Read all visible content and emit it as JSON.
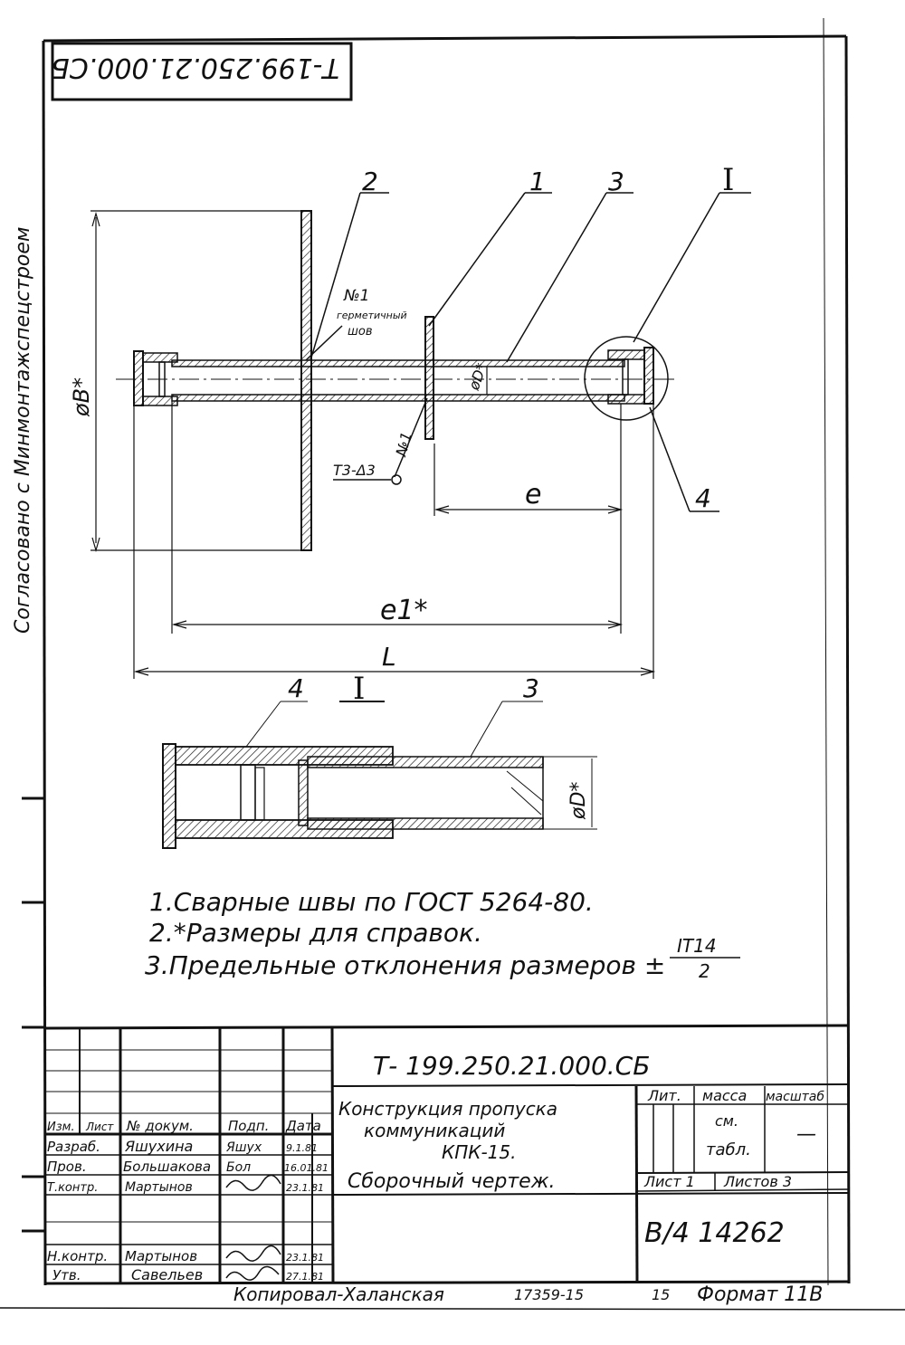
{
  "stamp_rotated": "Т-199.250.21.000.СБ",
  "side_text": "Согласовано с Минмонтажспецстроем",
  "callouts": {
    "pos2": "2",
    "pos1": "1",
    "pos3": "3",
    "view_I": "I",
    "pos4": "4",
    "detail_pos4": "4",
    "detail_title": "I",
    "detail_pos3": "3"
  },
  "weld": {
    "number": "№1",
    "type_line1": "герметичный",
    "type_line2": "шов",
    "tag": "№1",
    "symbol": "Т3-Δ3"
  },
  "dimensions": {
    "dB": "øB*",
    "dD": "øD*",
    "e": "e",
    "e1": "e1*",
    "L": "L",
    "detail_dD": "øD*"
  },
  "notes": [
    "1.Сварные швы по ГОСТ 5264-80.",
    "2.*Размеры для справок.",
    "3.Предельные отклонения размеров ±"
  ],
  "tolerance": {
    "numerator": "IT14",
    "denominator": "2"
  },
  "title_block": {
    "designation": "Т- 199.250.21.000.СБ",
    "name_line1": "Конструкция пропуска",
    "name_line2": "коммуникаций",
    "name_line3": "КПК-15.",
    "doc_type": "Сборочный чертеж.",
    "headers": {
      "lit": "Лит.",
      "mass": "масса",
      "scale": "масштаб"
    },
    "mass_value": "см. табл.",
    "mass_line1": "см.",
    "mass_line2": "табл.",
    "scale_value": "—",
    "sheet": "Лист 1",
    "sheets": "Листов 3",
    "org_code": "В/4 14262",
    "columns": [
      "Изм.",
      "Лист",
      "№ докум.",
      "Подп.",
      "Дата"
    ],
    "rows": [
      {
        "role": "Разраб.",
        "name": "Яшухина",
        "signature": "Яшух",
        "date": "9.1.81"
      },
      {
        "role": "Пров.",
        "name": "Большакова",
        "signature": "Бол",
        "date": "16.01.81"
      },
      {
        "role": "Т.контр.",
        "name": "Мартынов",
        "signature": "",
        "date": "23.1.81"
      },
      {
        "role": "Н.контр.",
        "name": "Мартынов",
        "signature": "",
        "date": "23.1.81"
      },
      {
        "role": "Утв.",
        "name": "Савельев",
        "signature": "",
        "date": "27.1.81"
      }
    ]
  },
  "footer": {
    "copied_by": "Копировал-Халанская",
    "order": "17359-15",
    "num": "15",
    "format": "Формат 11В"
  }
}
